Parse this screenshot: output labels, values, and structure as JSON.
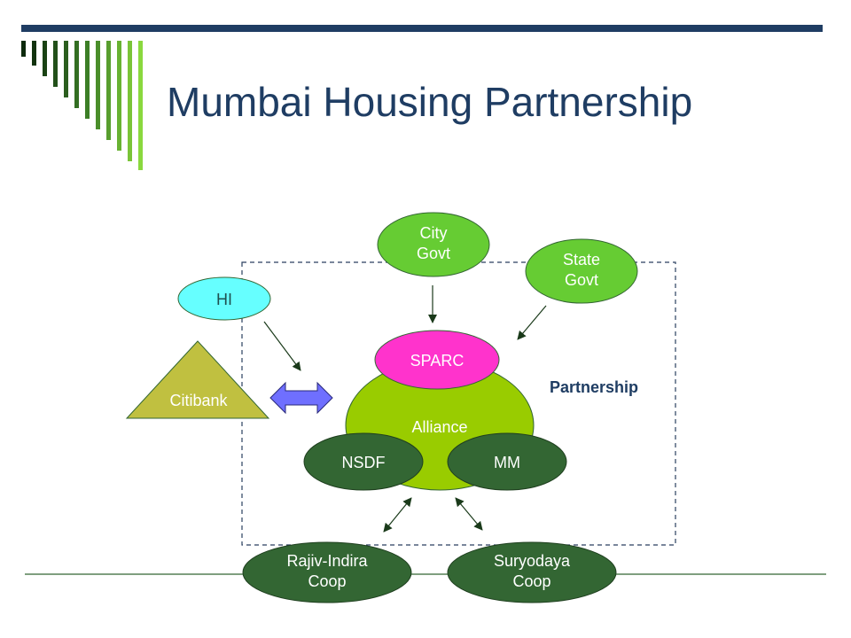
{
  "slide": {
    "title": "Mumbai Housing Partnership"
  },
  "diagram": {
    "nodes": {
      "city_govt": [
        "City",
        "Govt"
      ],
      "state_govt": [
        "State",
        "Govt"
      ],
      "hi": "HI",
      "citibank": "Citibank",
      "sparc": "SPARC",
      "alliance": "Alliance",
      "nsdf": "NSDF",
      "mm": "MM",
      "rajiv_indira": [
        "Rajiv-Indira",
        "Coop"
      ],
      "suryodaya": [
        "Suryodaya",
        "Coop"
      ]
    },
    "partnership_label": "Partnership"
  },
  "colors": {
    "title": "#1f3d63",
    "top_bar": "#1f3d63",
    "light_green": "#66cc33",
    "dark_green": "#336633",
    "alliance_fill": "#99cc00",
    "sparc_fill": "#ff33cc",
    "hi_fill": "#66ffff",
    "citibank_fill": "#c0c040",
    "arrow_fill": "#6f6fff"
  }
}
